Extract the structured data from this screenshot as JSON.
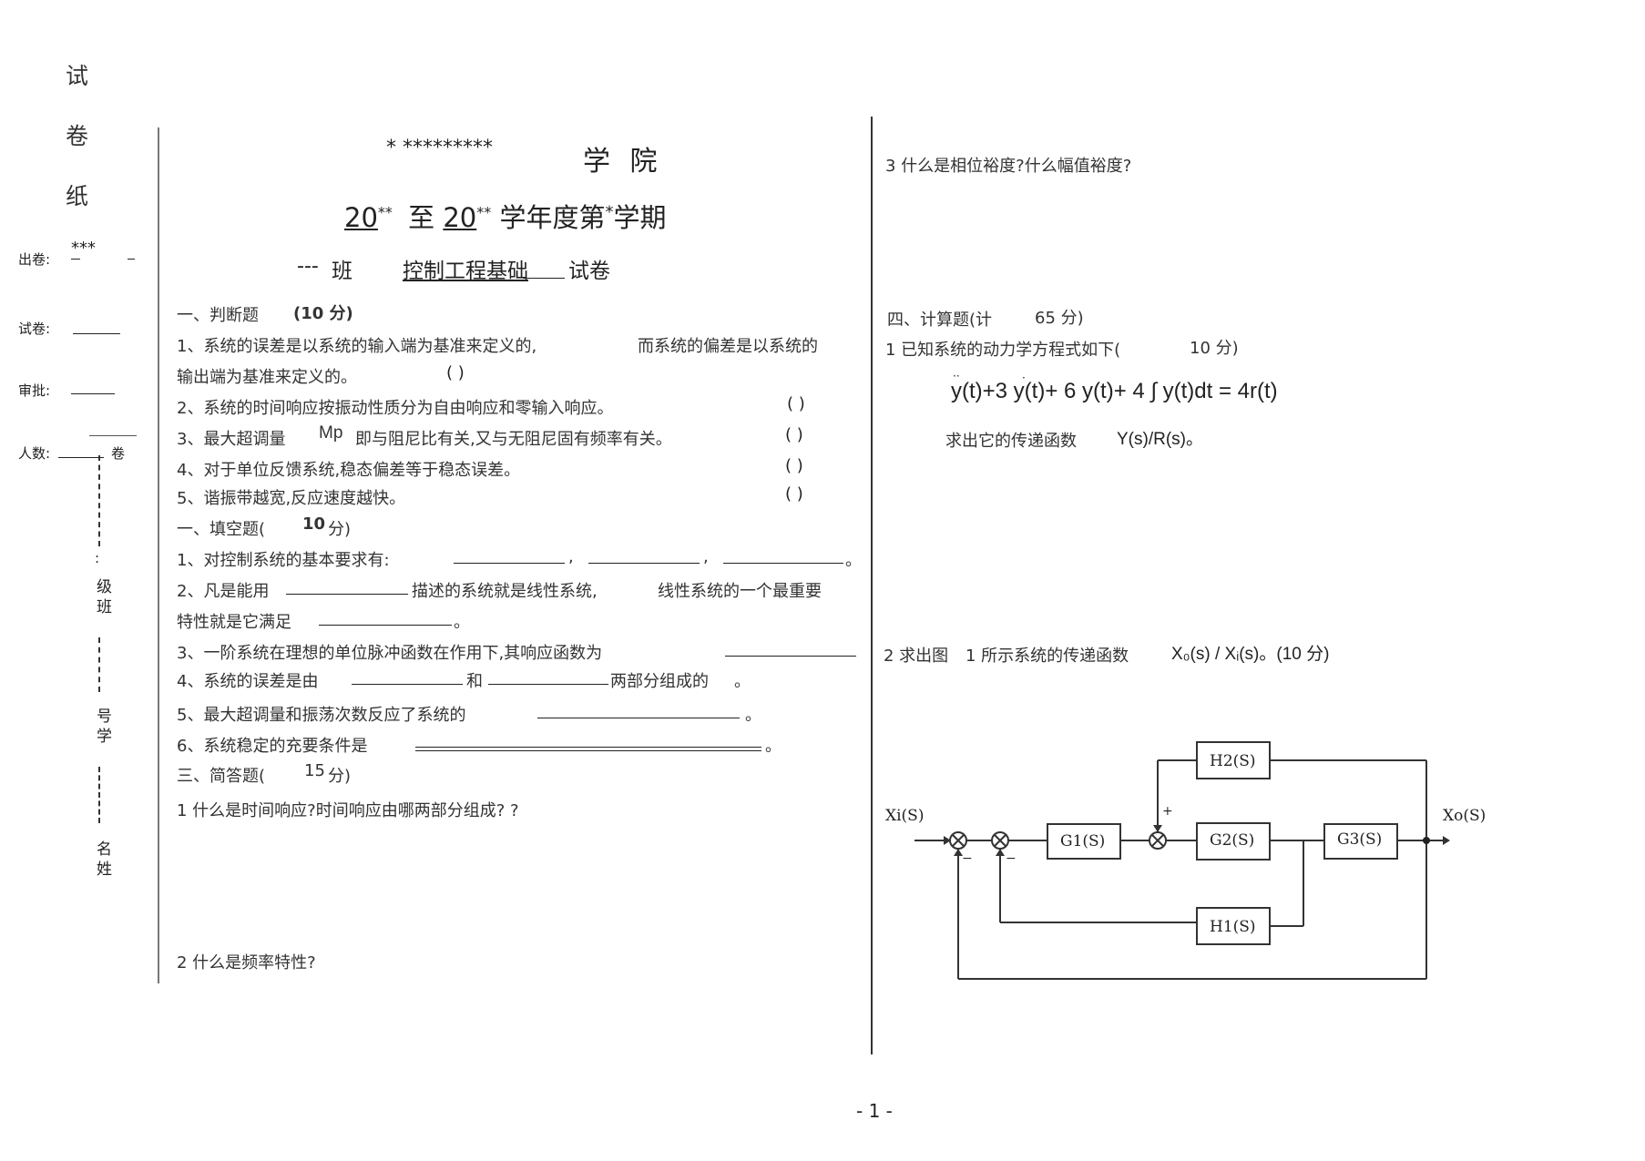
{
  "sidebar": {
    "char1": "试",
    "char2": "卷",
    "char3": "纸",
    "chujuan_label": "出卷:",
    "chujuan_value": "***",
    "shijuan_label": "试卷:",
    "shenpi_label": "审批:",
    "renshu_label": "人数:",
    "renshu_suffix": "卷",
    "class_label": "班级",
    "class_c1": "级",
    "class_c2": "班",
    "id_c1": "号",
    "id_c2": "学",
    "name_c1": "名",
    "name_c2": "姓"
  },
  "header": {
    "school_prefix": "* *********",
    "school_name": "学  院",
    "year_from": "20",
    "year_from_sup": "**",
    "to": "至",
    "year_to": "20",
    "year_to_sup": "**",
    "term_text": "学年度第",
    "term_sup": "*",
    "term_suffix": "学期",
    "class_prefix": "---",
    "class_word": "班",
    "course": "控制工程基础",
    "paper": "试卷"
  },
  "section1": {
    "heading": "一、判断题",
    "points": "(10 分)",
    "q1_a": "1、系统的误差是以系统的输入端为基准来定义的,",
    "q1_b": "而系统的偏差是以系统的",
    "q1_c": "输出端为基准来定义的。",
    "q2": "2、系统的时间响应按振动性质分为自由响应和零输入响应。",
    "q3_a": "3、最大超调量",
    "q3_mp": "Mp",
    "q3_b": "即与阻尼比有关,又与无阻尼固有频率有关。",
    "q4": "4、对于单位反馈系统,稳态偏差等于稳态误差。",
    "q5": "5、谐振带越宽,反应速度越快。",
    "paren": "(        )"
  },
  "section2": {
    "heading": "一、填空题(",
    "points": "10",
    "points_suffix": "分)",
    "q1": "1、对控制系统的基本要求有:",
    "comma": ",",
    "period": "。",
    "q2_a": "2、凡是能用",
    "q2_b": "描述的系统就是线性系统,",
    "q2_c": "线性系统的一个最重要",
    "q2_d": "特性就是它满足",
    "q3": "3、一阶系统在理想的单位脉冲函数在作用下,其响应函数为",
    "q4_a": "4、系统的误差是由",
    "q4_b": "和",
    "q4_c": "两部分组成的",
    "q5": "5、最大超调量和振荡次数反应了系统的",
    "q6": "6、系统稳定的充要条件是"
  },
  "section3": {
    "heading": "三、简答题(",
    "points": "15",
    "points_suffix": "分)",
    "q1": "1 什么是时间响应?时间响应由哪两部分组成? ?",
    "q2": "2 什么是频率特性?",
    "q3": "3 什么是相位裕度?什么幅值裕度?"
  },
  "section4": {
    "heading": "四、计算题(计",
    "points": "65 分)",
    "q1_a": "1 已知系统的动力学方程式如下(",
    "q1_points": "10 分)",
    "equation": "y(t)+3 y(t)+ 6 y(t)+ 4 ∫ y(t)dt = 4r(t)",
    "q1_b": "求出它的传递函数",
    "q1_tf": "Y(s)/R(s)。",
    "q2_a": "2 求出图",
    "q2_b": "1 所示系统的传递函数",
    "q2_tf": "X₀(s) / Xᵢ(s)。(10 分)"
  },
  "diagram": {
    "input": "Xi(S)",
    "output": "Xo(S)",
    "g1": "G1(S)",
    "g2": "G2(S)",
    "g3": "G3(S)",
    "h1": "H1(S)",
    "h2": "H2(S)",
    "plus": "+",
    "minus": "−"
  },
  "footer": {
    "page": "- 1 -"
  }
}
